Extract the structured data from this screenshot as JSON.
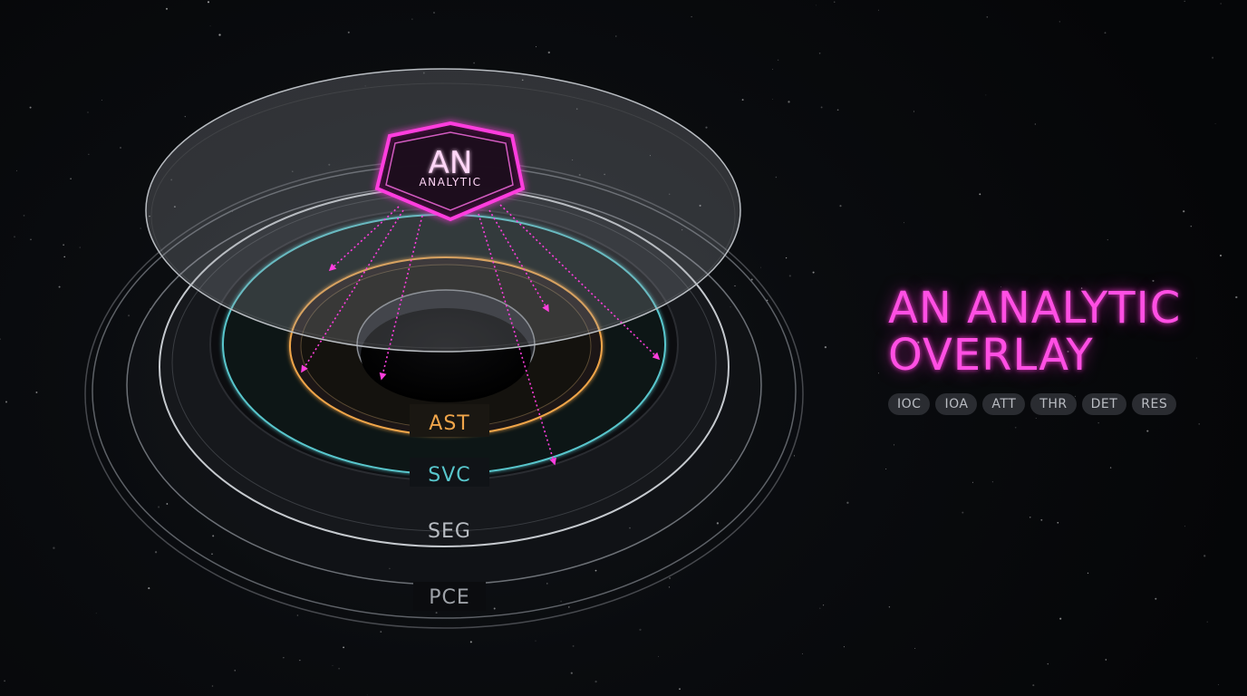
{
  "diagram": {
    "badge": {
      "abbr": "AN",
      "name": "ANALYTIC"
    },
    "rings": [
      {
        "label": "AST",
        "color": "#f0a54a"
      },
      {
        "label": "SVC",
        "color": "#58c6cc"
      },
      {
        "label": "SEG",
        "color": "#b8bcc2"
      },
      {
        "label": "PCE",
        "color": "#9ea2a8"
      }
    ],
    "accent_color": "#ff3ede"
  },
  "title": {
    "line1": "AN ANALYTIC",
    "line2": "OVERLAY"
  },
  "tags": [
    "IOC",
    "IOA",
    "ATT",
    "THR",
    "DET",
    "RES"
  ]
}
